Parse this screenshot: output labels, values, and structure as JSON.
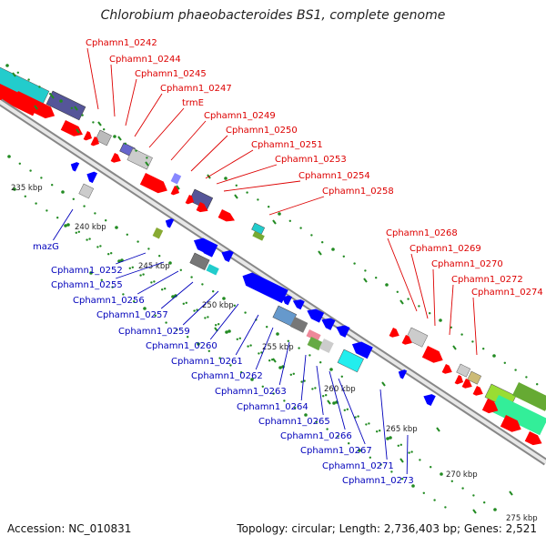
{
  "title": "Chlorobium phaeobacteroides BS1, complete genome",
  "footer": {
    "accession": "Accession: NC_010831",
    "topology": "Topology: circular; Length: 2,736,403 bp; Genes: 2,521"
  },
  "colors": {
    "forward_label": "#dd0000",
    "reverse_label": "#0000bb",
    "forward_gene": "#ff0000",
    "reverse_gene": "#0000ff",
    "backbone": "#999999",
    "tick": "#228b22"
  },
  "ruler": [
    "235 kbp",
    "240 kbp",
    "245 kbp",
    "250 kbp",
    "255 kbp",
    "260 kbp",
    "265 kbp",
    "270 kbp",
    "275 kbp"
  ],
  "forward_genes": [
    "Cphamn1_0242",
    "Cphamn1_0244",
    "Cphamn1_0245",
    "Cphamn1_0247",
    "trmE",
    "Cphamn1_0249",
    "Cphamn1_0250",
    "Cphamn1_0251",
    "Cphamn1_0253",
    "Cphamn1_0254",
    "Cphamn1_0258",
    "Cphamn1_0268",
    "Cphamn1_0269",
    "Cphamn1_0270",
    "Cphamn1_0272",
    "Cphamn1_0274"
  ],
  "reverse_genes": [
    "mazG",
    "Cphamn1_0252",
    "Cphamn1_0255",
    "Cphamn1_0256",
    "Cphamn1_0257",
    "Cphamn1_0259",
    "Cphamn1_0260",
    "Cphamn1_0261",
    "Cphamn1_0262",
    "Cphamn1_0263",
    "Cphamn1_0264",
    "Cphamn1_0265",
    "Cphamn1_0266",
    "Cphamn1_0267",
    "Cphamn1_0271",
    "Cphamn1_0273"
  ]
}
